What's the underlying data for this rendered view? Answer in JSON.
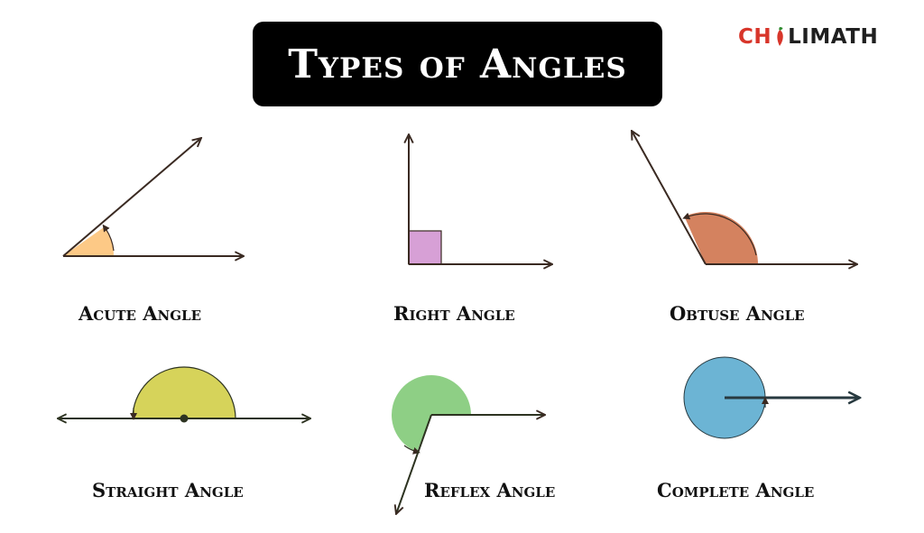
{
  "title": "Types of Angles",
  "logo": {
    "part1": "CH",
    "part2": "LIMATH",
    "icon": "chili-pepper-icon"
  },
  "labels": {
    "acute": "Acute Angle",
    "right": "Right Angle",
    "obtuse": "Obtuse Angle",
    "straight": "Straight Angle",
    "reflex": "Reflex Angle",
    "complete": "Complete Angle"
  },
  "colors": {
    "acute_fill": "#fdc986",
    "right_fill": "#d7a0d6",
    "obtuse_fill": "#d4825f",
    "straight_fill": "#d6d35a",
    "reflex_fill": "#8ecf85",
    "complete_fill": "#6cb4d4",
    "line": "#3a2a22",
    "title_bg": "#000000",
    "logo_red": "#d8352a"
  }
}
